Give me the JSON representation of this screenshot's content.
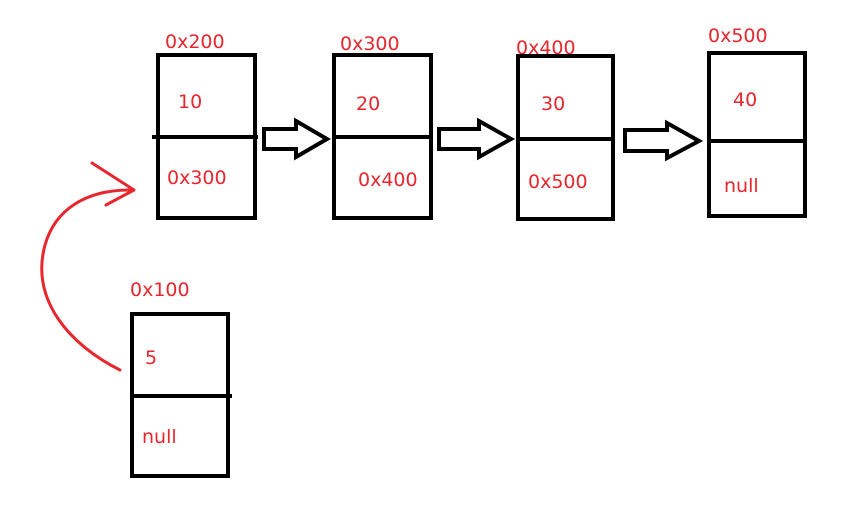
{
  "colors": {
    "box_stroke": "#000000",
    "text": "#e8262d",
    "pointer_curve": "#e8262d"
  },
  "nodes": [
    {
      "id": "node-0x200",
      "address": "0x200",
      "data": "10",
      "next": "0x300"
    },
    {
      "id": "node-0x300",
      "address": "0x300",
      "data": "20",
      "next": "0x400"
    },
    {
      "id": "node-0x400",
      "address": "0x400",
      "data": "30",
      "next": "0x500"
    },
    {
      "id": "node-0x500",
      "address": "0x500",
      "data": "40",
      "next": "null"
    },
    {
      "id": "node-0x100",
      "address": "0x100",
      "data": "5",
      "next": "null"
    }
  ]
}
